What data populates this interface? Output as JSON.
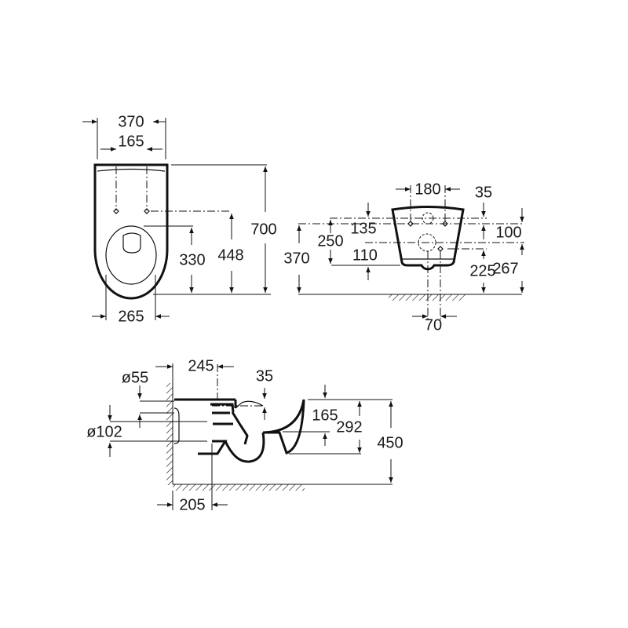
{
  "top_view": {
    "width_overall": "370",
    "fixing_spacing": "165",
    "length": "700",
    "fixing_to_front": "448",
    "seat_to_front": "330",
    "width_front": "265"
  },
  "front_view": {
    "fixing_spacing": "180",
    "offset_top": "35",
    "offset_right": "100",
    "height_right": "267",
    "height_inlet": "225",
    "height_overall": "370",
    "height_left": "250",
    "offset_135": "135",
    "offset_110": "110",
    "outlet_offset": "70"
  },
  "side_view": {
    "inlet_depth": "245",
    "inlet_diameter": "ø55",
    "inlet_offset": "35",
    "outlet_diameter": "ø102",
    "rim_to_outlet": "165",
    "rim_to_bottom": "292",
    "rim_height": "450",
    "outlet_depth": "205"
  }
}
